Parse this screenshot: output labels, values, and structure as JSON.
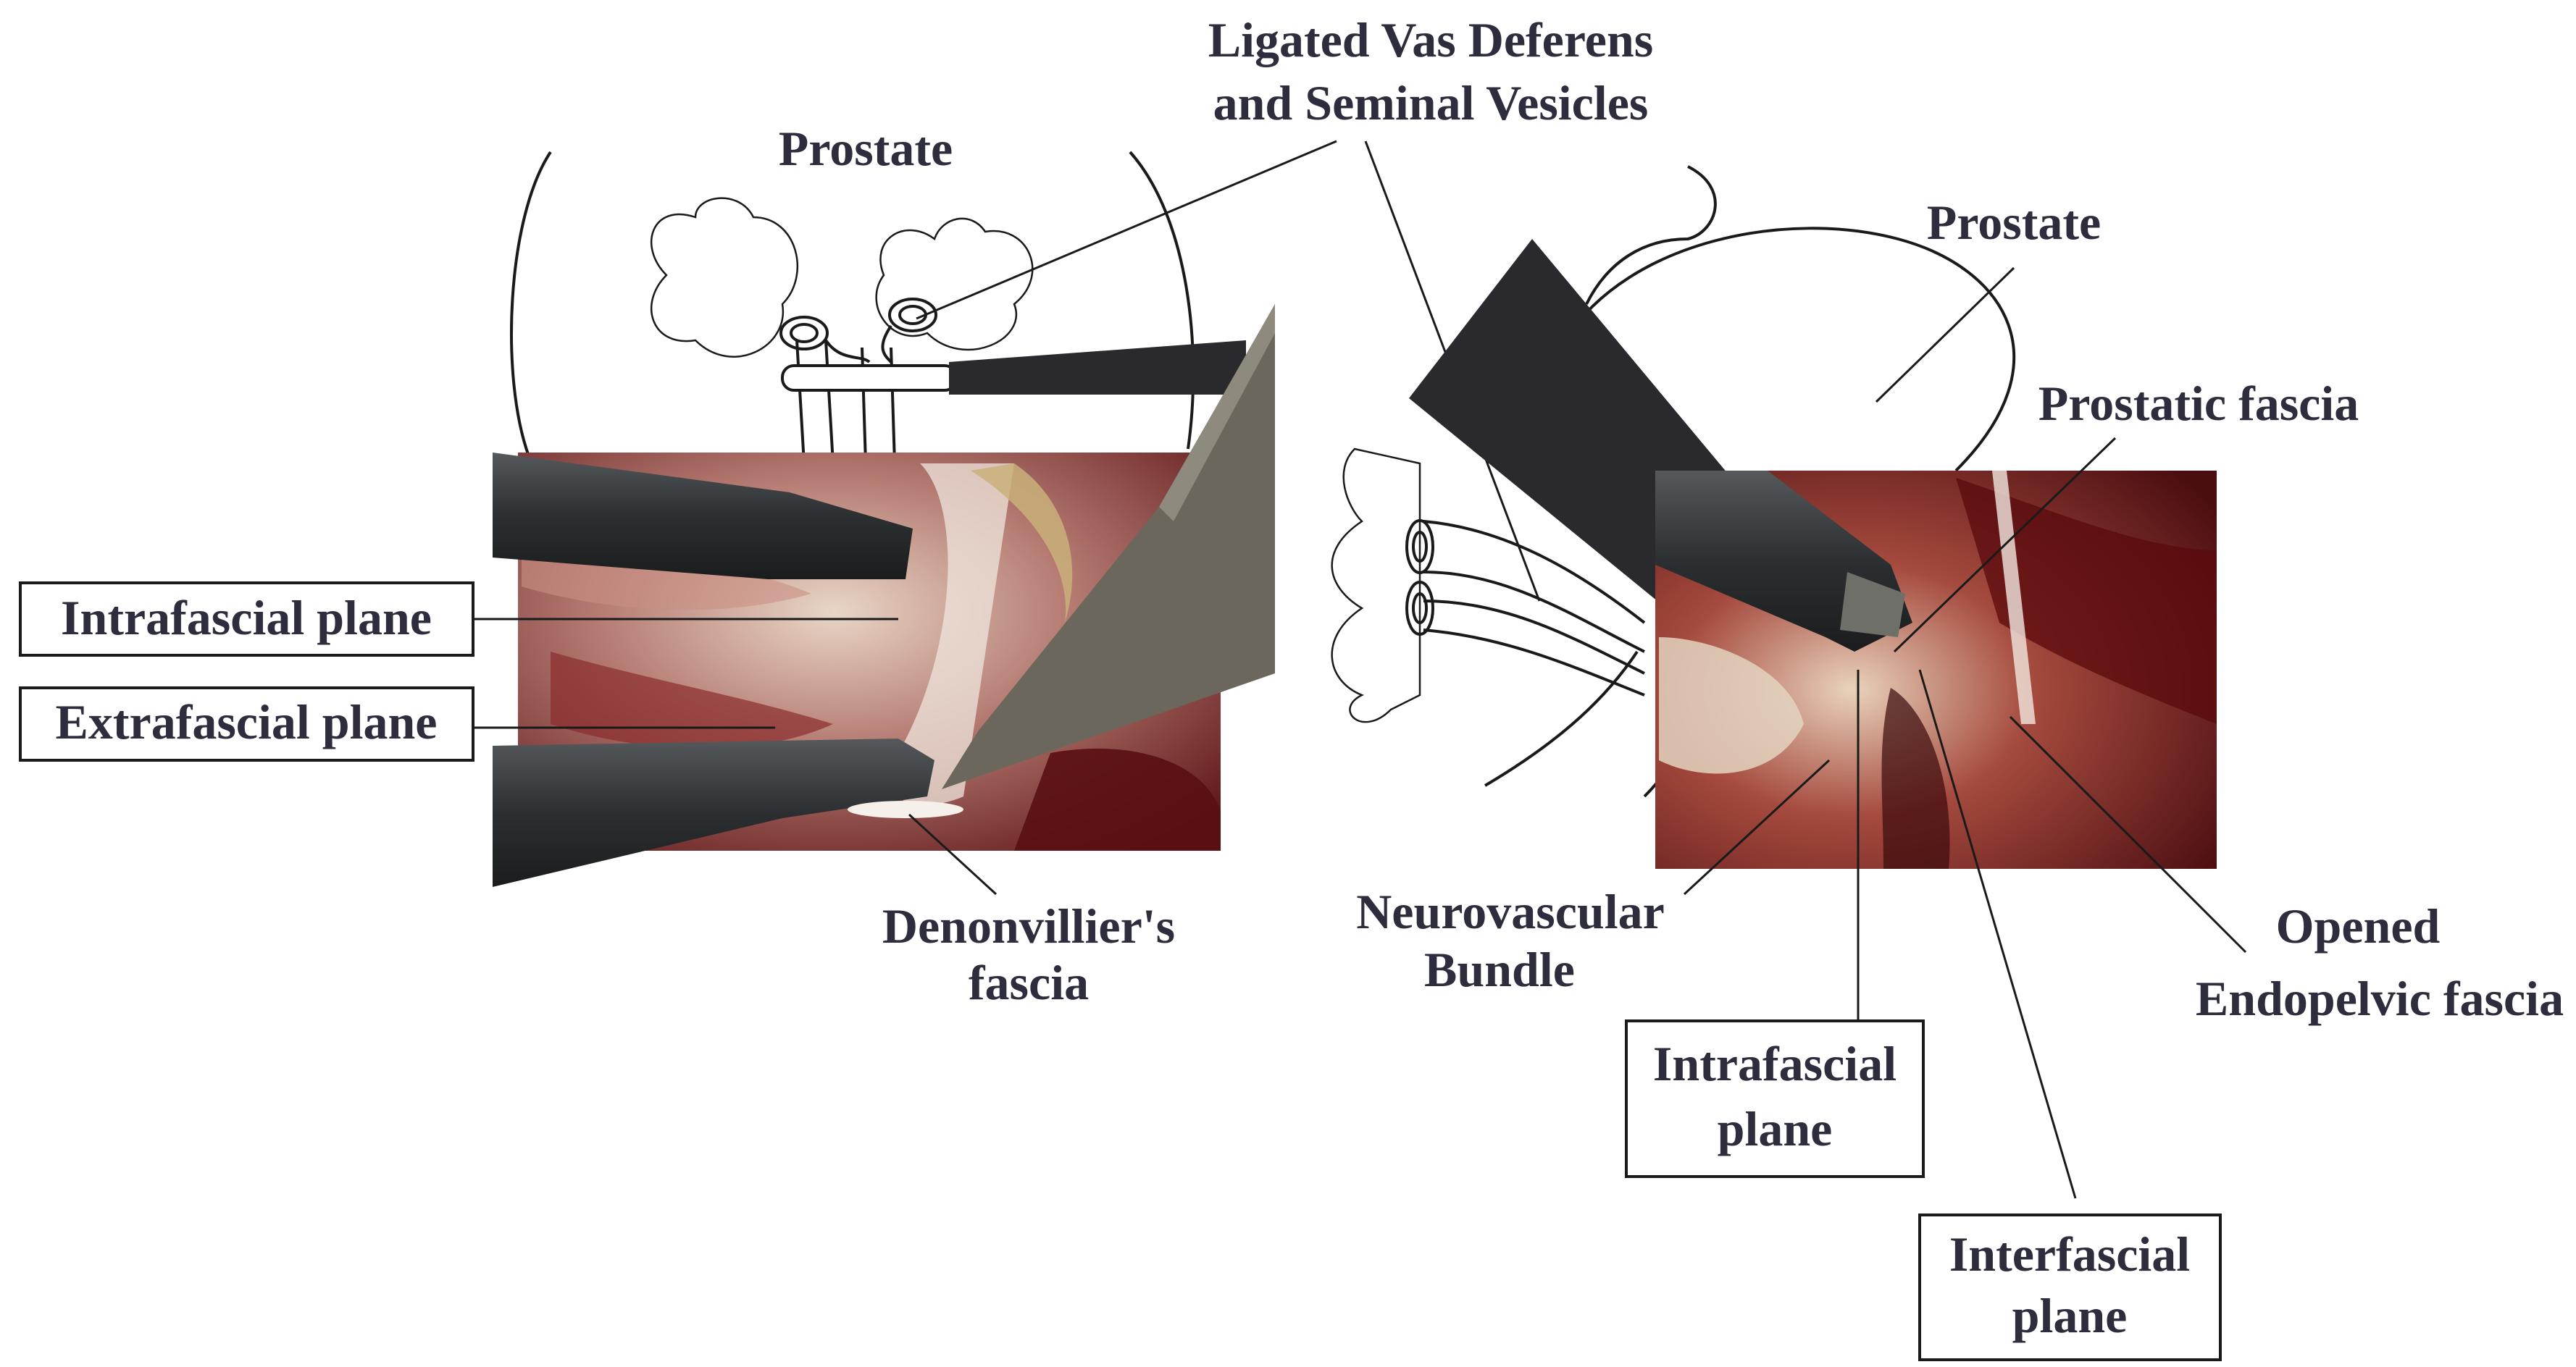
{
  "colors": {
    "label_text": "#2d2d3d",
    "instrument_dark": "#2a2a2e",
    "instrument_grey": "#6b675c",
    "tissue_red": "#7a1f22",
    "tissue_pale": "#d8bfae"
  },
  "labels": {
    "ligated_vas_line1": "Ligated Vas Deferens",
    "ligated_vas_line2": "and Seminal Vesicles",
    "prostate_left": "Prostate",
    "prostate_right": "Prostate",
    "intrafascial_left": "Intrafascial plane",
    "extrafascial_left": "Extrafascial plane",
    "denonvillier_line1": "Denonvillier's",
    "denonvillier_line2": "fascia",
    "prostatic_fascia": "Prostatic fascia",
    "nvb_line1": "Neurovascular",
    "nvb_line2": "Bundle",
    "opened_line1": "Opened",
    "opened_line2": "Endopelvic fascia",
    "intrafascial_right_line1": "Intrafascial",
    "intrafascial_right_line2": "plane",
    "interfascial_line1": "Interfascial",
    "interfascial_line2": "plane"
  },
  "icons": {
    "left_photo": "surgical-photo-posterior-view",
    "right_photo": "surgical-photo-lateral-view",
    "grasper": "laparoscopic-grasper-icon",
    "vas_tubes": "ligated-tubes-icon"
  }
}
